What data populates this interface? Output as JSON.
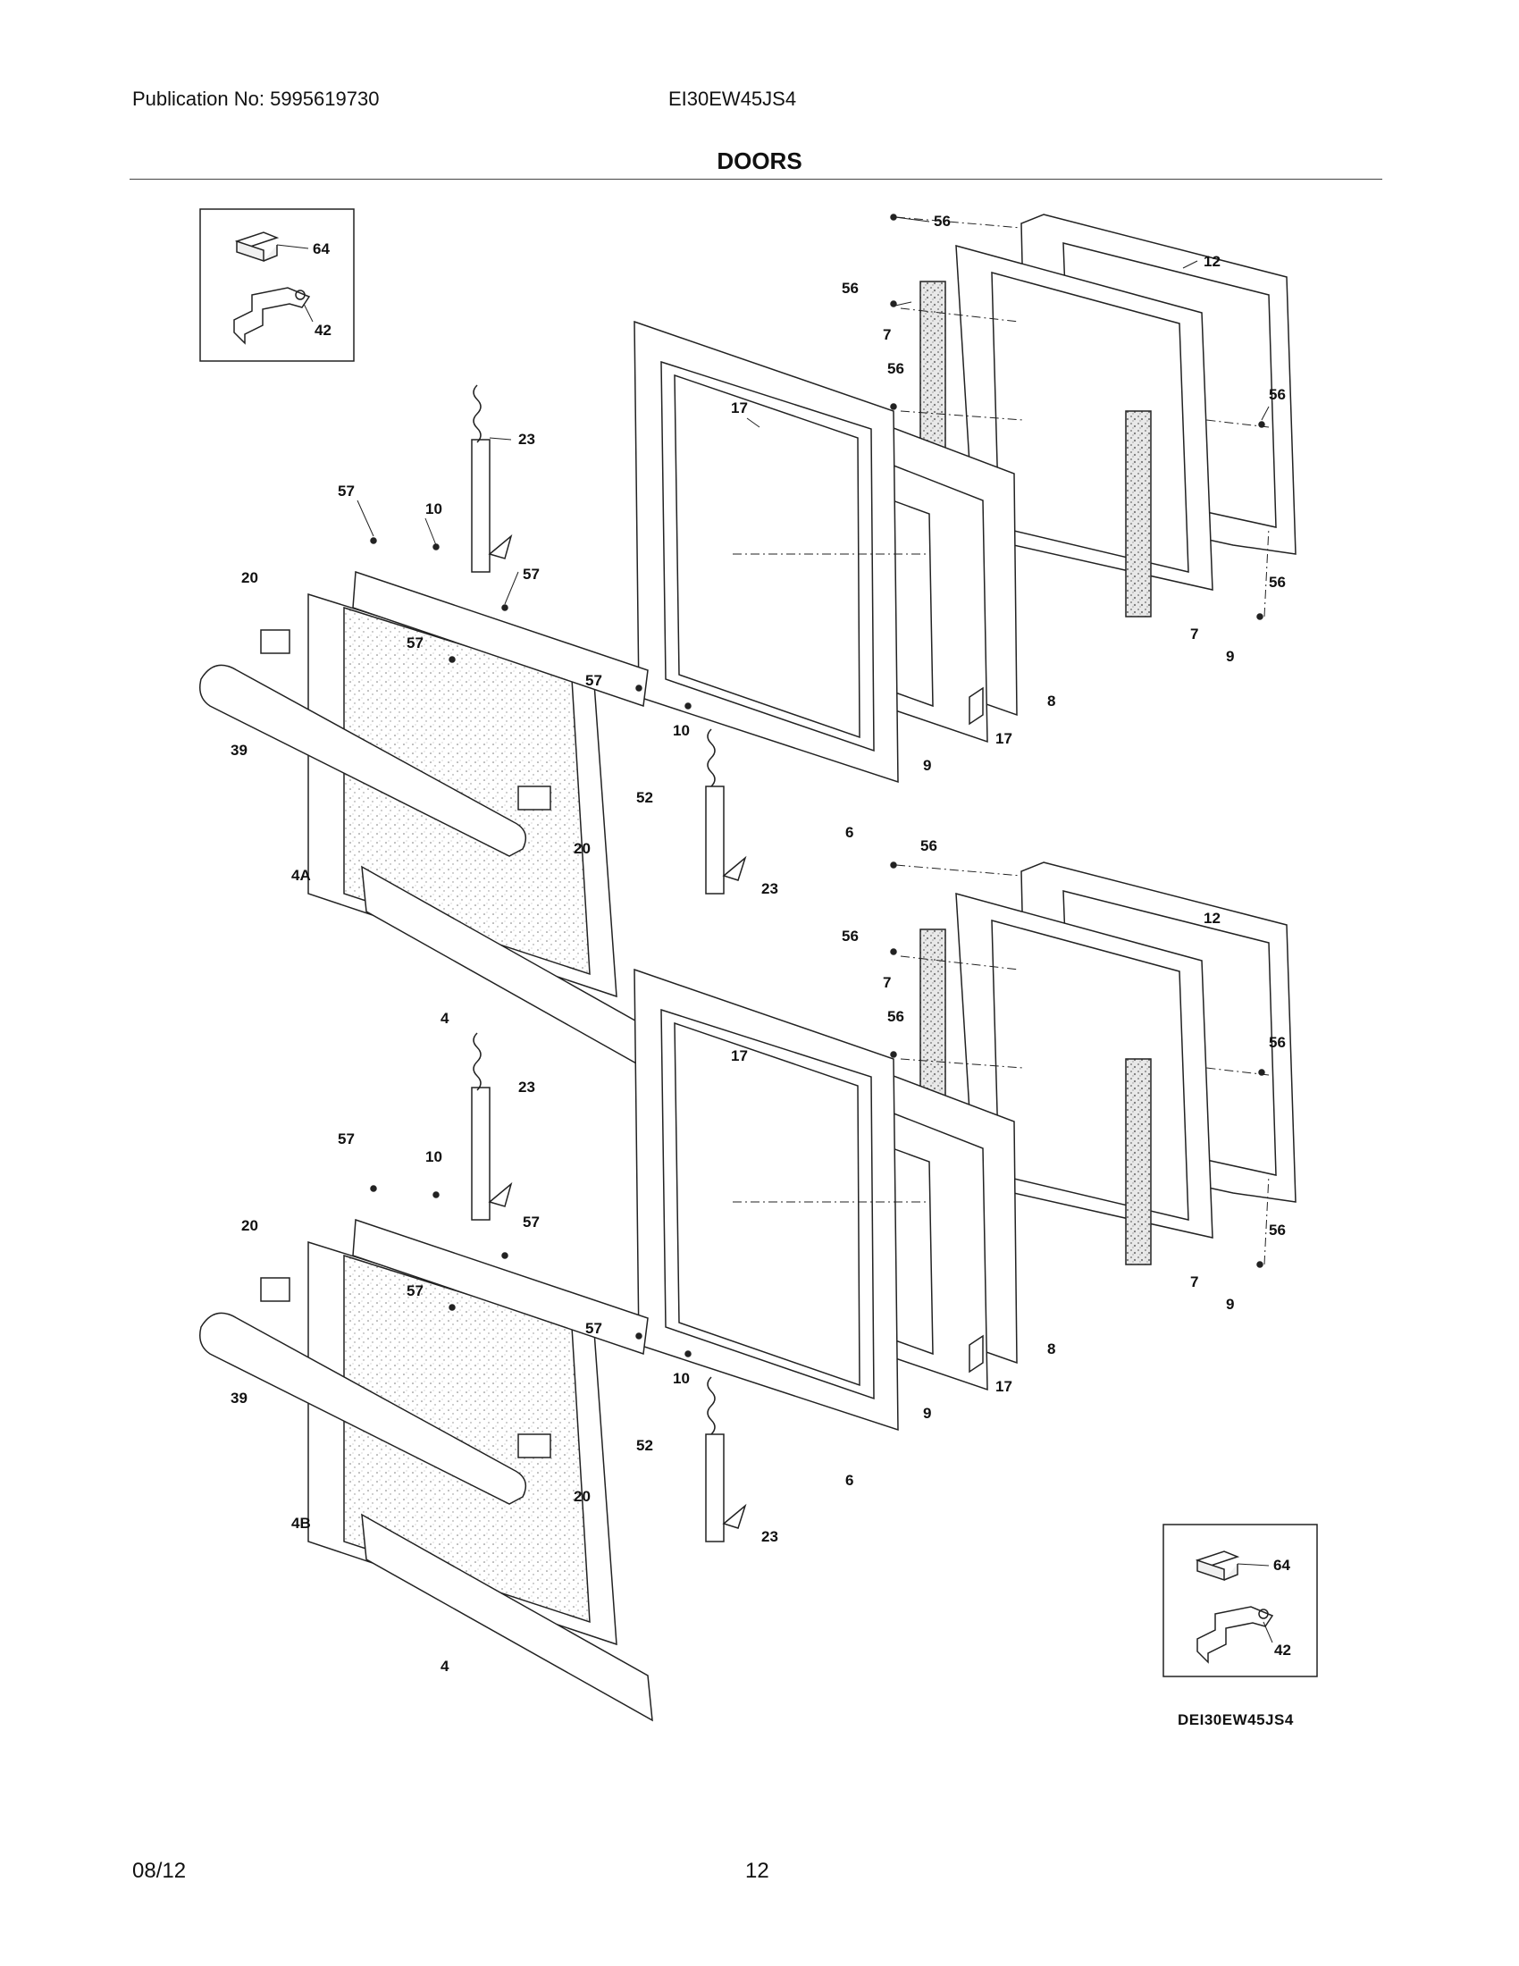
{
  "header": {
    "publication": "Publication No: 5995619730",
    "model": "EI30EW45JS4",
    "section_title": "DOORS"
  },
  "footer": {
    "date": "08/12",
    "page": "12",
    "drawing_id": "DEI30EW45JS4"
  },
  "inset_parts": [
    "64",
    "42"
  ],
  "door_parts": [
    "56",
    "12",
    "7",
    "9",
    "8",
    "17",
    "6",
    "23",
    "10",
    "57",
    "20",
    "39",
    "4A",
    "4B",
    "52",
    "4"
  ]
}
